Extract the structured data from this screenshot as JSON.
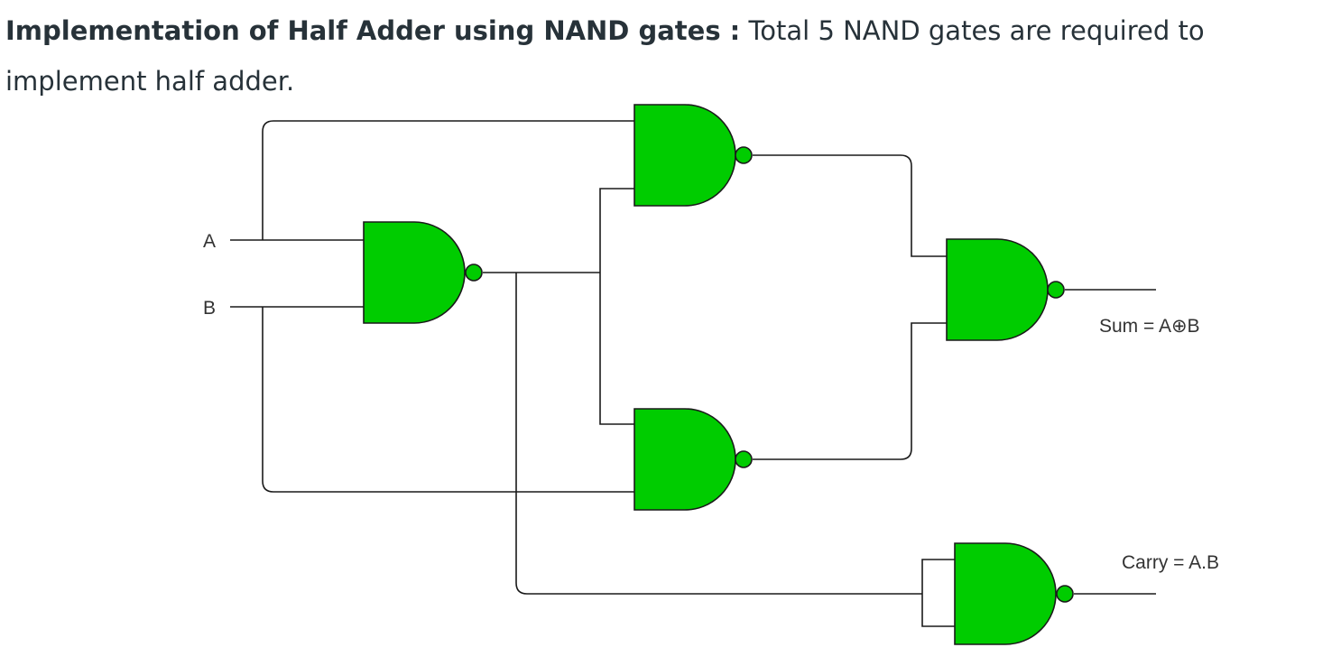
{
  "intro": {
    "bold_text": "Implementation of Half Adder using NAND gates :",
    "text": "Total 5 NAND gates are required to implement half adder."
  },
  "diagram": {
    "gate_color": "#00cc00",
    "wire_color": "#1a1a1a",
    "input_a_label": "A",
    "input_b_label": "B",
    "sum_label": "Sum = A⊕B",
    "carry_label": "Carry = A.B",
    "gates": [
      {
        "id": "nand-1",
        "type": "NAND"
      },
      {
        "id": "nand-2",
        "type": "NAND"
      },
      {
        "id": "nand-3",
        "type": "NAND"
      },
      {
        "id": "nand-4",
        "type": "NAND"
      },
      {
        "id": "nand-5",
        "type": "NAND"
      }
    ]
  }
}
